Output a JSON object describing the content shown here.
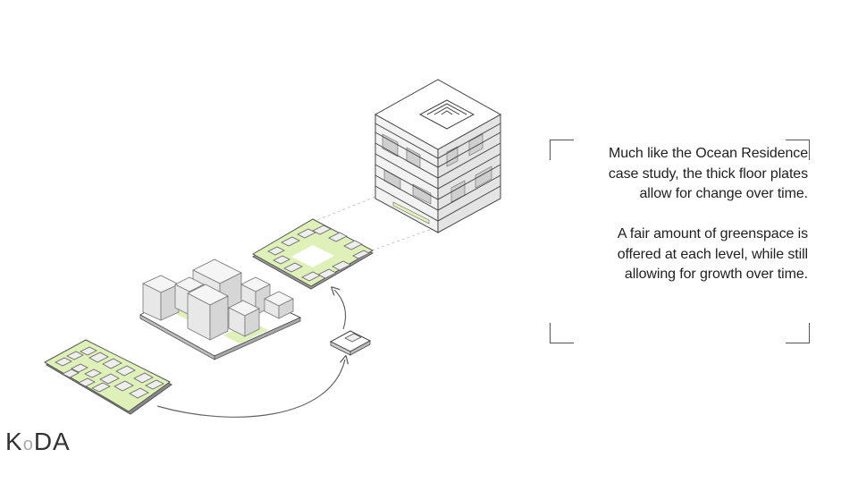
{
  "text": {
    "paragraph1": [
      "Much like the Ocean Residence",
      "case study, the thick floor plates",
      "allow for change over time."
    ],
    "paragraph2": [
      "A fair amount of greenspace is",
      "offered at each level, while still",
      "allowing for growth over time."
    ]
  },
  "logo": {
    "k": "K",
    "o": "o",
    "da": "DA"
  },
  "colors": {
    "green": "#dff0b8",
    "building": "#eeeeee",
    "outline": "#555555"
  }
}
